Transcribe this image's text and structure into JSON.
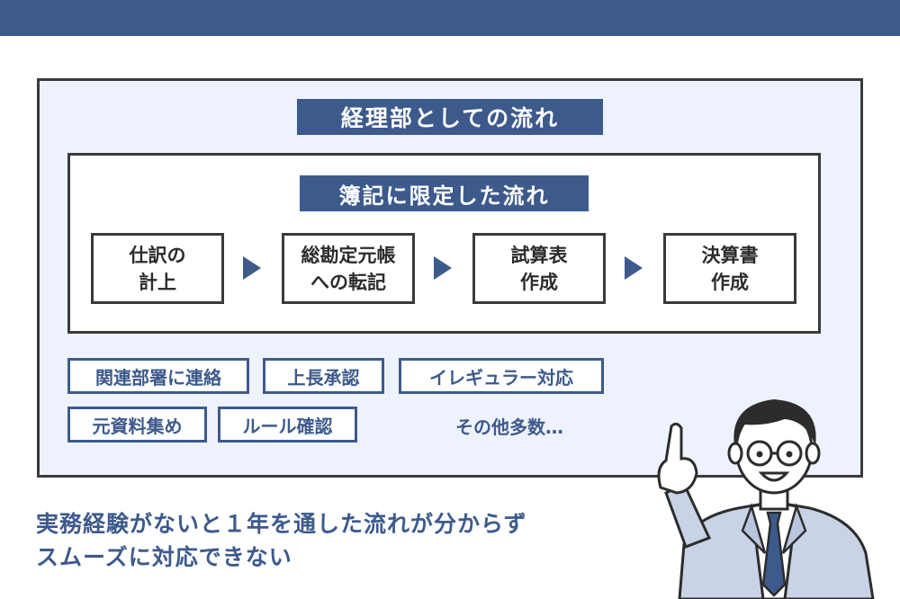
{
  "diagram": {
    "outer_title": "経理部としての流れ",
    "inner_title": "簿記に限定した流れ",
    "steps": [
      {
        "line1": "仕訳の",
        "line2": "計上"
      },
      {
        "line1": "総勘定元帳",
        "line2": "への転記"
      },
      {
        "line1": "試算表",
        "line2": "作成"
      },
      {
        "line1": "決算書",
        "line2": "作成"
      }
    ],
    "tags": [
      "関連部署に連絡",
      "上長承認",
      "イレギュラー対応",
      "元資料集め",
      "ルール確認"
    ],
    "more_label": "その他多数…"
  },
  "caption": {
    "line1": "実務経験がないと１年を通した流れが分からず",
    "line2": "スムーズに対応できない"
  },
  "colors": {
    "accent": "#3d5a8c",
    "panel_bg": "#eef2fd",
    "border": "#3a3a3a"
  }
}
